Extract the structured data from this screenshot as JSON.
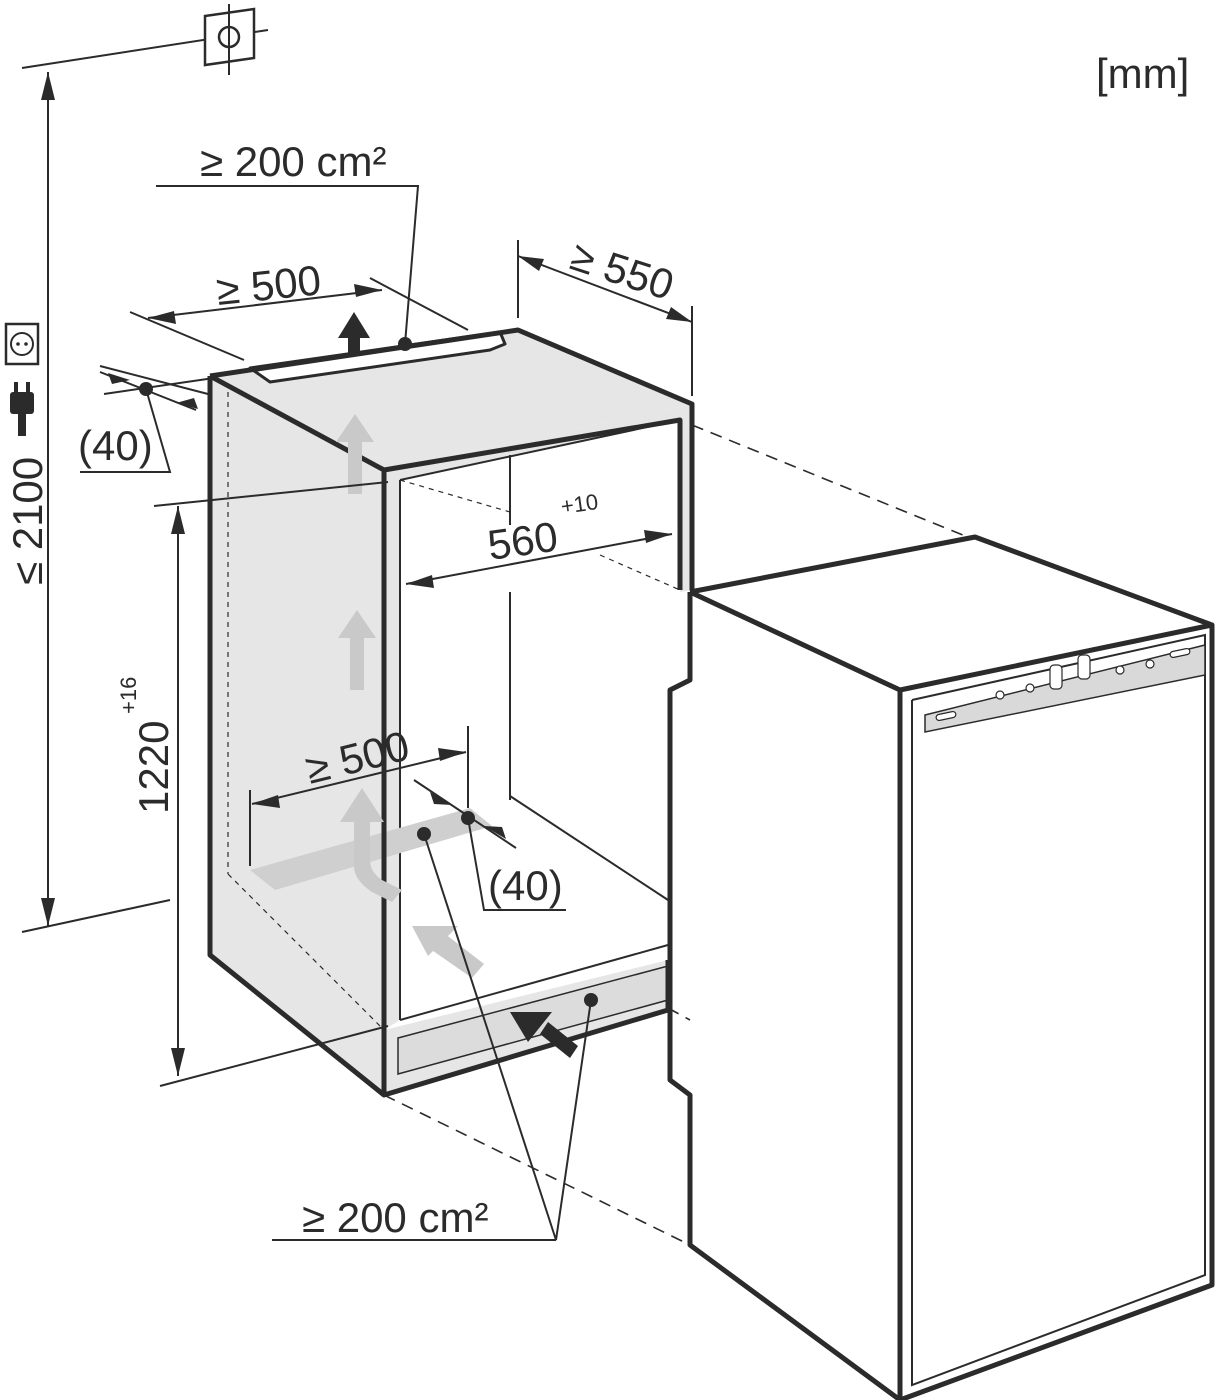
{
  "unit_label": "[mm]",
  "dimensions": {
    "max_height": "≤ 2100",
    "niche_height": "1220",
    "niche_height_tolerance": "+16",
    "niche_width": "560",
    "niche_width_tolerance": "+10",
    "depth": "≥ 550",
    "top_vent_width": "≥ 500",
    "top_vent_gap": "(40)",
    "bottom_vent_width": "≥ 500",
    "bottom_vent_gap": "(40)",
    "top_vent_area": "≥ 200 cm²",
    "bottom_vent_area": "≥ 200 cm²"
  },
  "icons": {
    "wall_anchor": "wall-fixing-icon",
    "socket": "power-socket-icon",
    "plug": "mains-plug-icon",
    "airflow": "airflow-arrow-icon"
  },
  "colors": {
    "cabinet_fill": "#e6e6e6",
    "line": "#2b2b2b",
    "airflow_arrow": "#c9c9c9",
    "airflow_arrow_dark": "#2b2b2b"
  }
}
